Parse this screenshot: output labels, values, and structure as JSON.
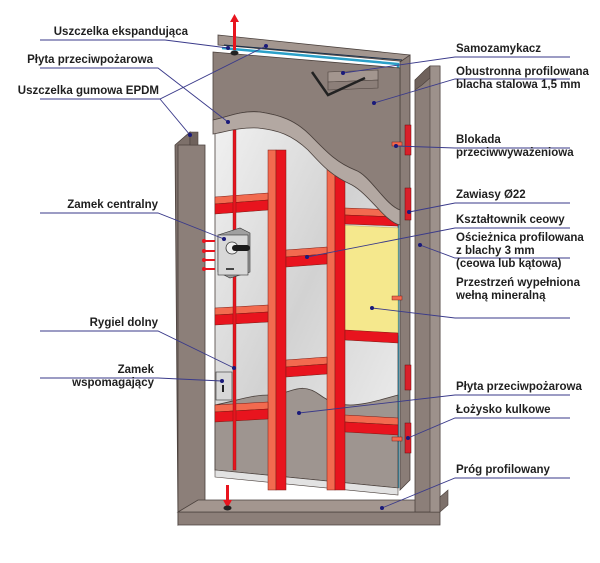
{
  "diagram": {
    "colors": {
      "frame": "#8c7f79",
      "frame_dark": "#6f625c",
      "leaf_outer": "#9a8d87",
      "leaf_edge": "#b3a8a2",
      "red_profile": "#e8141e",
      "red_profile_light": "#f26a4f",
      "mineral_wool": "#f5e88d",
      "inner_panel": "#d9d9d9",
      "seal_blue": "#2aa0c8",
      "leader_line": "#3a3a8a",
      "dot": "#1a1a7a"
    },
    "labels_left": [
      {
        "text": "Uszczelka ekspandująca"
      },
      {
        "text": "Płyta przeciwpożarowa"
      },
      {
        "text": "Uszczelka gumowa EPDM"
      },
      {
        "text": "Zamek centralny"
      },
      {
        "text": "Rygiel dolny"
      },
      {
        "text": "Zamek",
        "text2": "wspomagający"
      }
    ],
    "labels_right": [
      {
        "text": "Samozamykacz"
      },
      {
        "text": "Obustronna profilowana",
        "text2": "blacha stalowa 1,5 mm"
      },
      {
        "text": "Blokada",
        "text2": "przeciwwyważeniowa"
      },
      {
        "text": "Zawiasy Ø22"
      },
      {
        "text": "Kształtownik ceowy"
      },
      {
        "text": "Ościeżnica profilowana",
        "text2": "z blachy 3 mm",
        "text3": "(ceowa lub kątowa)"
      },
      {
        "text": "Przestrzeń wypełniona",
        "text2": "wełną mineralną"
      },
      {
        "text": "Płyta przeciwpożarowa"
      },
      {
        "text": "Łożysko kulkowe"
      },
      {
        "text": "Próg profilowany"
      }
    ]
  }
}
